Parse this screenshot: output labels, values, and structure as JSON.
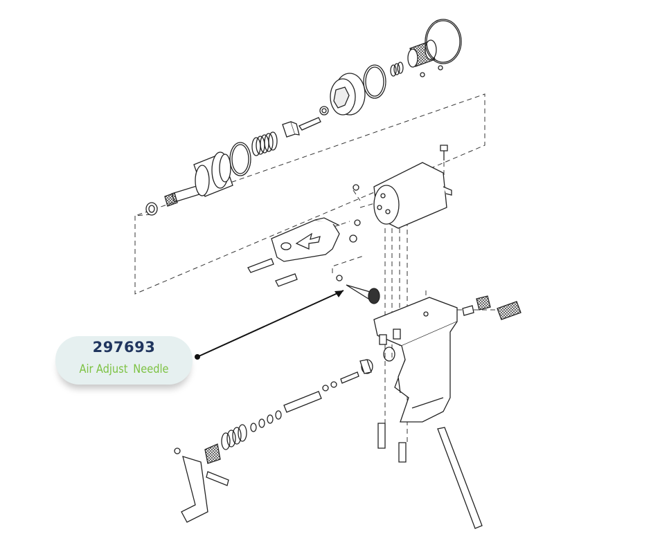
{
  "callout": {
    "part_number": "297693",
    "name_words": [
      "Air",
      "Adjust",
      "Needle"
    ]
  },
  "colors": {
    "part_number": "#20355e",
    "part_name": "#7dc243",
    "callout_bg": "#e6f0f0",
    "line_art": "#222222"
  },
  "icons": [
    "wrench-icon"
  ]
}
